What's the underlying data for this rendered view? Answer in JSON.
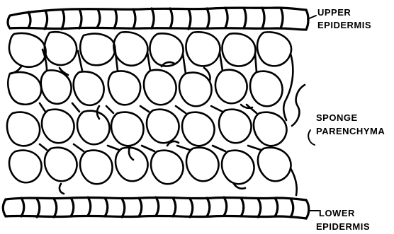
{
  "figure": {
    "labels": {
      "upper_epidermis": [
        "UPPER",
        "EPIDERMIS"
      ],
      "sponge_parenchyma": [
        "SPONGE",
        "PARENCHYMA"
      ],
      "lower_epidermis": [
        "LOWER",
        "EPIDERMIS"
      ]
    },
    "ink_color": "#000000",
    "background_color": "#ffffff"
  }
}
